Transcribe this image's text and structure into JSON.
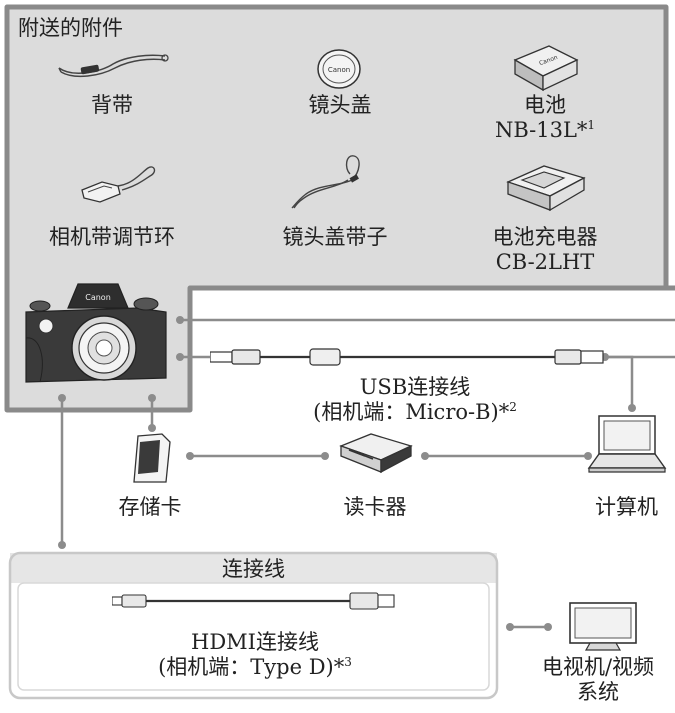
{
  "supplied_section": {
    "title": "附送的附件",
    "items": {
      "strap": "背带",
      "lens_cap": "镜头盖",
      "battery_line1": "电池",
      "battery_line2": "NB-13L*",
      "battery_note": "1",
      "strap_adjuster": "相机带调节环",
      "lens_cap_strap": "镜头盖带子",
      "charger_line1": "电池充电器",
      "charger_line2": "CB-2LHT"
    }
  },
  "usb_cable": {
    "line1": "USB连接线",
    "line2": "(相机端：Micro-B)*",
    "note": "2"
  },
  "devices": {
    "memory_card": "存储卡",
    "card_reader": "读卡器",
    "computer": "计算机",
    "tv_line1": "电视机/视频",
    "tv_line2": "系统"
  },
  "cable_section": {
    "title": "连接线",
    "hdmi_line1": "HDMI连接线",
    "hdmi_line2": "(相机端：Type D)*",
    "hdmi_note": "3"
  },
  "colors": {
    "panel_fill": "#dcdcdc",
    "panel_border": "#8a8a8a",
    "connector_line": "#8c8c8c",
    "cable_panel_fill": "#e6e6e6"
  }
}
